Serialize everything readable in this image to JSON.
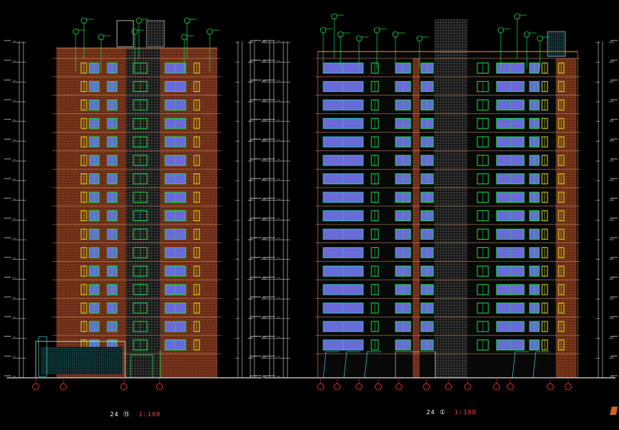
{
  "drawing": {
    "background": "#000000",
    "colors": {
      "floor_line": "#e0a070",
      "brick": "#b3572e",
      "brick_dark": "#6e2e18",
      "window_frame": "#19e64a",
      "window_yellow": "#d8e61a",
      "glass": "#6a6ad8",
      "cyan_grid": "#31c6c6",
      "tile_grid": "#8a8a8a",
      "dimension": "#e6e6e6",
      "callout": "#19e64a",
      "axis_marker": "#e63030",
      "level_text": "#d0d0d0"
    },
    "floors": 16
  },
  "captions": {
    "left": {
      "label": "24 ⑬",
      "scale": "1:100"
    },
    "right": {
      "label": "24 ①",
      "scale": "1:100"
    }
  },
  "icons": {
    "axis_marker": "circle",
    "callout": "circle-tag",
    "logo": "corner-logo"
  }
}
